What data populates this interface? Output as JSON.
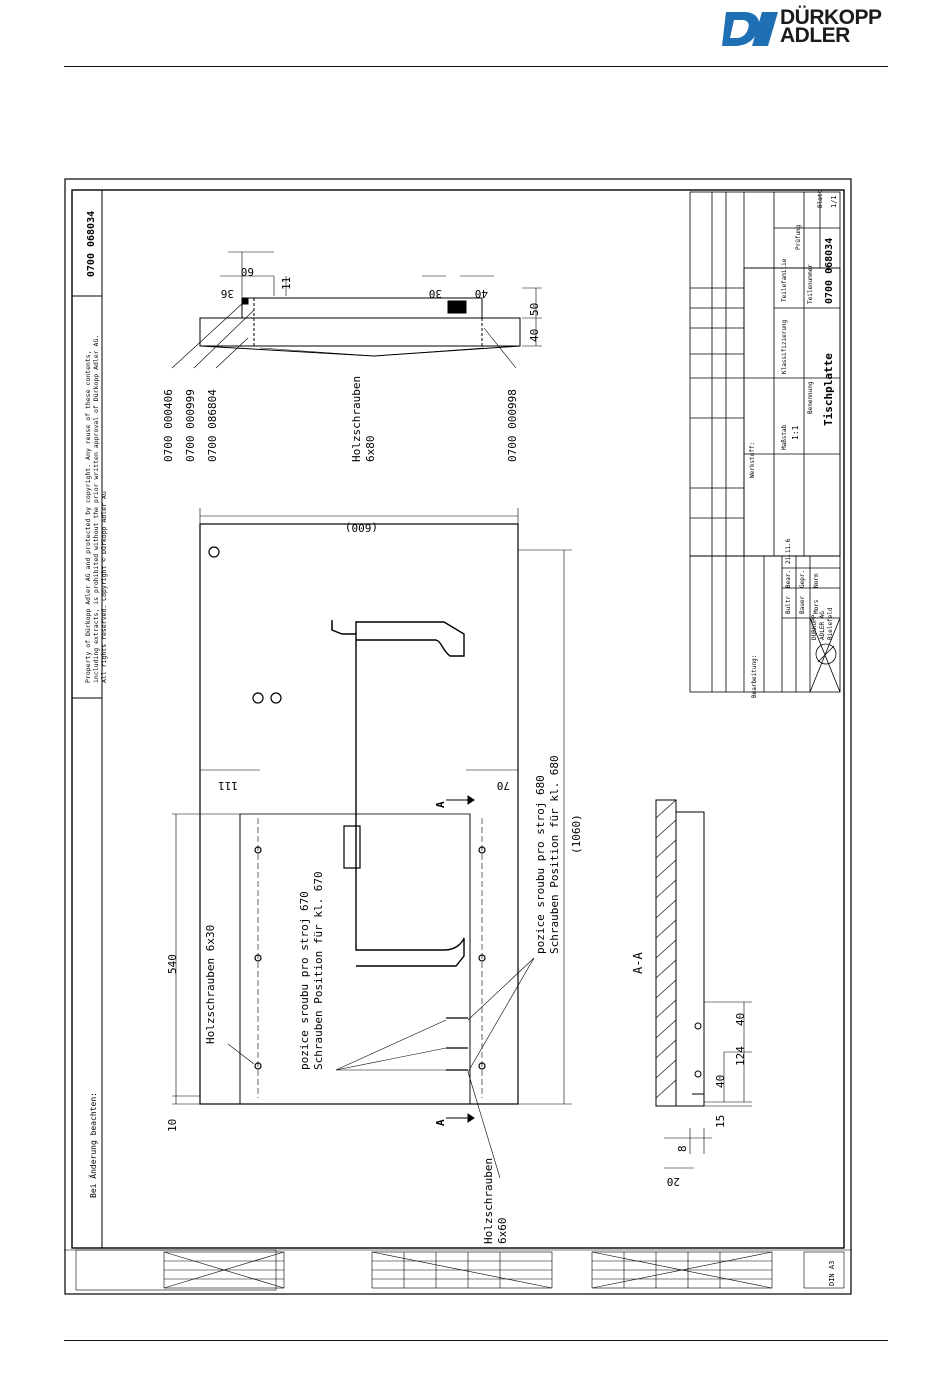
{
  "brand": {
    "line1": "DÜRKOPP",
    "line2": "ADLER"
  },
  "drawing": {
    "doc_number": "0700 068034",
    "copyright": [
      "Property of Dürkopp Adler AG and protected by copyright. Any reuse of these contents,",
      "including extracts, is prohibited without the prior written approval of Dürkopp Adler AG.",
      "All rights reserved. Copyright © Dürkopp Adler AG"
    ],
    "change_note": "Bei Änderung beachten:",
    "title_block": {
      "part_number": "0700 068034",
      "designation": "Tischplatte",
      "scale": "1:1",
      "sheet": "1/1",
      "company": [
        "DÜRKOPP",
        "ADLER AG",
        "Bielefeld"
      ],
      "std_note": "DIN A3",
      "label_benennung": "Benennung",
      "label_teilenummer": "Teilenummer",
      "label_massstab": "Maßstab",
      "label_blatt": "Blatt",
      "label_werkstoff": "Werkstoff:",
      "label_klassifizierung": "Klassifizierung",
      "label_teilefamilie": "Teilefamilie",
      "label_pruefung": "Prüfung",
      "label_bearbeitung": "Bearbeitung:",
      "label_datum": "21.11.6",
      "label_bear": "Bear.",
      "label_gepr": "Gepr.",
      "label_norm": "Norm",
      "label_name1": "Bultr",
      "label_name2": "Bauer",
      "label_name3": "Mors"
    },
    "parts": [
      "0700 000406",
      "0700 000999",
      "0700 086804",
      "0700 000998"
    ],
    "screws": {
      "wood_6x80": [
        "Holzschrauben",
        "6x80"
      ],
      "wood_6x30": "Holzschrauben 6x30",
      "wood_6x60": [
        "Holzschrauben",
        "6x60"
      ]
    },
    "notes": {
      "cz_line": "pozice sroubu pro stroj 670",
      "de_line": "Schrauben Position für kl. 670",
      "cz_line2": "pozice sroubu pro stroj 680",
      "de_line2": "Schrauben Position für kl. 680"
    },
    "section_label": "A-A",
    "section_mark": "A",
    "dims": {
      "d600": "(600)",
      "d1060": "(1060)",
      "d540": "540",
      "d10": "10",
      "d111": "111",
      "d70": "70",
      "d60": "60",
      "d36": "36",
      "d11": "11",
      "d30": "30",
      "d40": "40",
      "d50": "50",
      "d124": "124",
      "d15": "15",
      "d20": "20",
      "d8": "8"
    }
  }
}
